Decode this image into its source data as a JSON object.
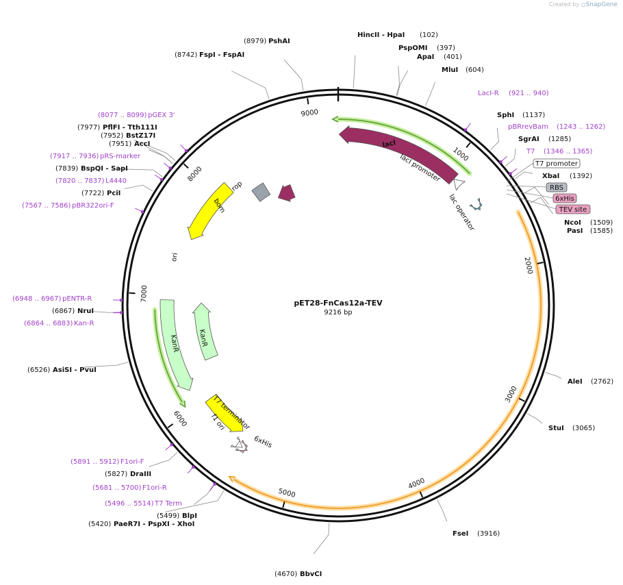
{
  "credit": {
    "prefix": "Created by",
    "brand": "SnapGene",
    "icon": "snapgene-logo-icon"
  },
  "plasmid": {
    "name": "pET28-FnCas12a-TEV",
    "size_label": "9216 bp",
    "length": 9216
  },
  "ticks": [
    {
      "pos": 1000,
      "label": "1000"
    },
    {
      "pos": 2000,
      "label": "2000"
    },
    {
      "pos": 3000,
      "label": "3000"
    },
    {
      "pos": 4000,
      "label": "4000"
    },
    {
      "pos": 5000,
      "label": "5000"
    },
    {
      "pos": 6000,
      "label": "6000"
    },
    {
      "pos": 7000,
      "label": "7000"
    },
    {
      "pos": 8000,
      "label": "8000"
    },
    {
      "pos": 9000,
      "label": "9000"
    }
  ],
  "sites": [
    {
      "pos": 8979,
      "name": "PshAI",
      "pos_label": "(8979)"
    },
    {
      "pos": 8742,
      "name": "FspI - FspAI",
      "pos_label": "(8742)"
    },
    {
      "pos": 102,
      "name": "HincII - HpaI",
      "pos_label": "(102)"
    },
    {
      "pos": 397,
      "name": "PspOMI",
      "pos_label": "(397)"
    },
    {
      "pos": 401,
      "name": "ApaI",
      "pos_label": "(401)"
    },
    {
      "pos": 604,
      "name": "MluI",
      "pos_label": "(604)"
    },
    {
      "pos": 1137,
      "name": "SphI",
      "pos_label": "(1137)"
    },
    {
      "pos": 1285,
      "name": "SgrAI",
      "pos_label": "(1285)"
    },
    {
      "pos": 1392,
      "name": "XbaI",
      "pos_label": "(1392)"
    },
    {
      "pos": 1509,
      "name": "NcoI",
      "pos_label": "(1509)"
    },
    {
      "pos": 1585,
      "name": "PasI",
      "pos_label": "(1585)"
    },
    {
      "pos": 2762,
      "name": "AleI",
      "pos_label": "(2762)"
    },
    {
      "pos": 3065,
      "name": "StuI",
      "pos_label": "(3065)"
    },
    {
      "pos": 3916,
      "name": "FseI",
      "pos_label": "(3916)"
    },
    {
      "pos": 4670,
      "name": "BbvCI",
      "pos_label": "(4670)"
    },
    {
      "pos": 5420,
      "name": "PaeR7I - PspXI - XhoI",
      "pos_label": "(5420)"
    },
    {
      "pos": 5499,
      "name": "BlpI",
      "pos_label": "(5499)"
    },
    {
      "pos": 5827,
      "name": "DraIII",
      "pos_label": "(5827)"
    },
    {
      "pos": 6526,
      "name": "AsiSI - PvuI",
      "pos_label": "(6526)"
    },
    {
      "pos": 6867,
      "name": "NruI",
      "pos_label": "(6867)"
    },
    {
      "pos": 7722,
      "name": "PciI",
      "pos_label": "(7722)"
    },
    {
      "pos": 7839,
      "name": "BspQI - SapI",
      "pos_label": "(7839)"
    },
    {
      "pos": 7951,
      "name": "AccI",
      "pos_label": "(7951)"
    },
    {
      "pos": 7952,
      "name": "BstZ17I",
      "pos_label": "(7952)"
    },
    {
      "pos": 7977,
      "name": "PflFI - Tth111I",
      "pos_label": "(7977)"
    }
  ],
  "primers": [
    {
      "start": 921,
      "name": "LacI-R",
      "range_label": "(921 .. 940)"
    },
    {
      "start": 1243,
      "name": "pBRrevBam",
      "range_label": "(1243 .. 1262)"
    },
    {
      "start": 1346,
      "name": "T7",
      "range_label": "(1346 .. 1365)"
    },
    {
      "start": 8077,
      "name": "pGEX 3'",
      "range_label": "(8077 .. 8099)"
    },
    {
      "start": 7917,
      "name": "pRS-marker",
      "range_label": "(7917 .. 7936)"
    },
    {
      "start": 7820,
      "name": "L4440",
      "range_label": "(7820 .. 7837)"
    },
    {
      "start": 7567,
      "name": "pBR322ori-F",
      "range_label": "(7567 .. 7586)"
    },
    {
      "start": 6948,
      "name": "pENTR-R",
      "range_label": "(6948 .. 6967)"
    },
    {
      "start": 6864,
      "name": "Kan-R",
      "range_label": "(6864 .. 6883)"
    },
    {
      "start": 5891,
      "name": "F1ori-F",
      "range_label": "(5891 .. 5912)"
    },
    {
      "start": 5681,
      "name": "F1ori-R",
      "range_label": "(5681 .. 5700)"
    },
    {
      "start": 5496,
      "name": "T7 Term",
      "range_label": "(5496 .. 5514)"
    }
  ],
  "boxed_features": [
    {
      "name": "T7 promoter"
    },
    {
      "name": "RBS"
    },
    {
      "name": "6xHis"
    },
    {
      "name": "TEV site"
    }
  ],
  "features": [
    {
      "name": "lacI",
      "start": 7,
      "end": 1086,
      "color": "#9b2f62",
      "direction": "reverse"
    },
    {
      "name": "lacI promoter",
      "start": 1087,
      "end": 1164,
      "color": "#ffffff",
      "direction": "reverse"
    },
    {
      "name": "lac operator",
      "start": 1411,
      "end": 1435,
      "color": "#4aa3b8",
      "direction": "forward"
    },
    {
      "name": "rop",
      "start": 8470,
      "end": 8660,
      "color": "#9b2f62",
      "direction": "reverse"
    },
    {
      "name": "bom",
      "start": 8270,
      "end": 8410,
      "color": "#9aa3ab",
      "direction": "none"
    },
    {
      "name": "ori",
      "start": 7530,
      "end": 8120,
      "color": "#ffff00",
      "direction": "reverse"
    },
    {
      "name": "KanR",
      "start": 6150,
      "end": 6960,
      "color": "#c8ffc8",
      "direction": "reverse"
    },
    {
      "name": "KanR",
      "start": 6340,
      "end": 6940,
      "color": "#c8ffc8",
      "direction": "forward"
    },
    {
      "name": "f1 ori",
      "start": 5560,
      "end": 5990,
      "color": "#ffff00",
      "direction": "reverse"
    },
    {
      "name": "T7 terminator",
      "start": 5480,
      "end": 5530,
      "color": "#ffffff",
      "direction": "reverse"
    },
    {
      "name": "6xHis",
      "start": 5430,
      "end": 5450,
      "color": "#e8a0c0",
      "direction": "reverse"
    }
  ],
  "orfs": [
    {
      "start": 1600,
      "end": 5400,
      "color": "#f0a030",
      "glow": "#ffe0a8"
    },
    {
      "start": 0,
      "end": 1150,
      "color": "#6aa840",
      "glow": "#c8f0a0"
    },
    {
      "start": 6100,
      "end": 6880,
      "color": "#6aa840",
      "glow": "#c8f0a0"
    }
  ]
}
